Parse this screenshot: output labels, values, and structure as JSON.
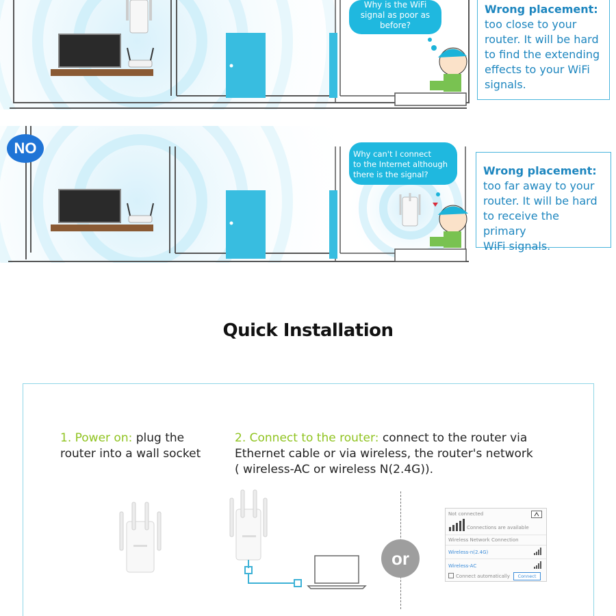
{
  "scene_top": {
    "bubble_text": [
      "Why is the WiFi",
      "signal as poor as",
      "before?"
    ],
    "note_title": "Wrong placement:",
    "note_body": [
      "too close to your",
      "router. It will be hard",
      "to find the extending",
      "effects to your WiFi",
      "signals."
    ]
  },
  "scene_bottom": {
    "badge": "NO",
    "bubble_text": [
      "Why can't I connect",
      "to the Internet although",
      "there is the signal?"
    ],
    "note_title": "Wrong placement:",
    "note_body": [
      "too far away to your",
      "router. It will be hard",
      "to receive the primary",
      "WiFi signals."
    ]
  },
  "installation": {
    "title": "Quick Installation",
    "step1_label": "1. Power on:",
    "step1_text_a": " plug the",
    "step1_text_b": "router into a wall socket",
    "step2_label": "2. Connect to the  router:",
    "step2_text_a": " connect  to the  router via",
    "step2_text_b": "Ethernet cable or via wireless, the router's network",
    "step2_text_c": "( wireless-AC or wireless N(2.4G)).",
    "or_label": "or"
  },
  "wifi_panel": {
    "status": "Not connected",
    "connections": "Connections are available",
    "section": "Wireless Network Connection",
    "network_1": "Wireless-n(2.4G)",
    "network_2": "Wireless-AC",
    "auto_label": "Connect automatically",
    "connect_button": "Connect"
  },
  "colors": {
    "accent_blue": "#1d86bf",
    "bubble": "#1fb8df",
    "step_green": "#8fc31f",
    "badge_blue": "#1f74d6",
    "door": "#38bde0"
  }
}
